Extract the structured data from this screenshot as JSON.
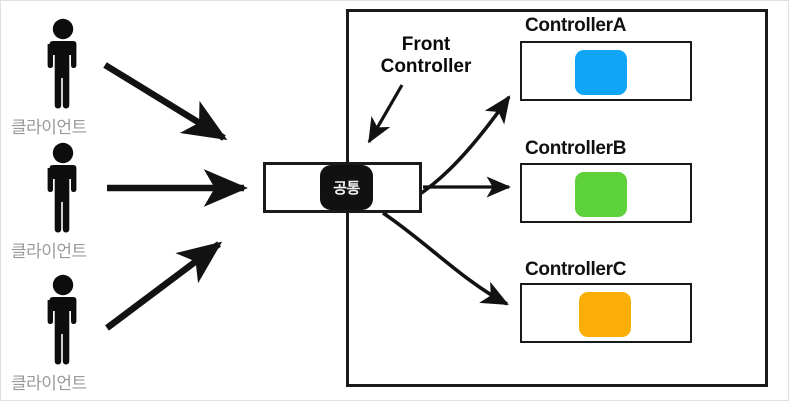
{
  "diagram": {
    "title_note": "Front Controller pattern diagram",
    "clients": [
      {
        "label": "클라이언트",
        "icon": "person-icon"
      },
      {
        "label": "클라이언트",
        "icon": "person-icon"
      },
      {
        "label": "클라이언트",
        "icon": "person-icon"
      }
    ],
    "front_controller": {
      "annotation_line1": "Front",
      "annotation_line2": "Controller",
      "common_chip_label": "공통"
    },
    "controllers": [
      {
        "label": "ControllerA",
        "color": "#11A5F5"
      },
      {
        "label": "ControllerB",
        "color": "#5CD13A"
      },
      {
        "label": "ControllerC",
        "color": "#FBAE08"
      }
    ],
    "colors": {
      "stroke": "#1a1a1a",
      "client_label": "#9a9a9a",
      "chip_bg": "#111111",
      "chip_text": "#f2f2f2",
      "page_border": "#e0e0e0",
      "background": "#ffffff"
    }
  }
}
